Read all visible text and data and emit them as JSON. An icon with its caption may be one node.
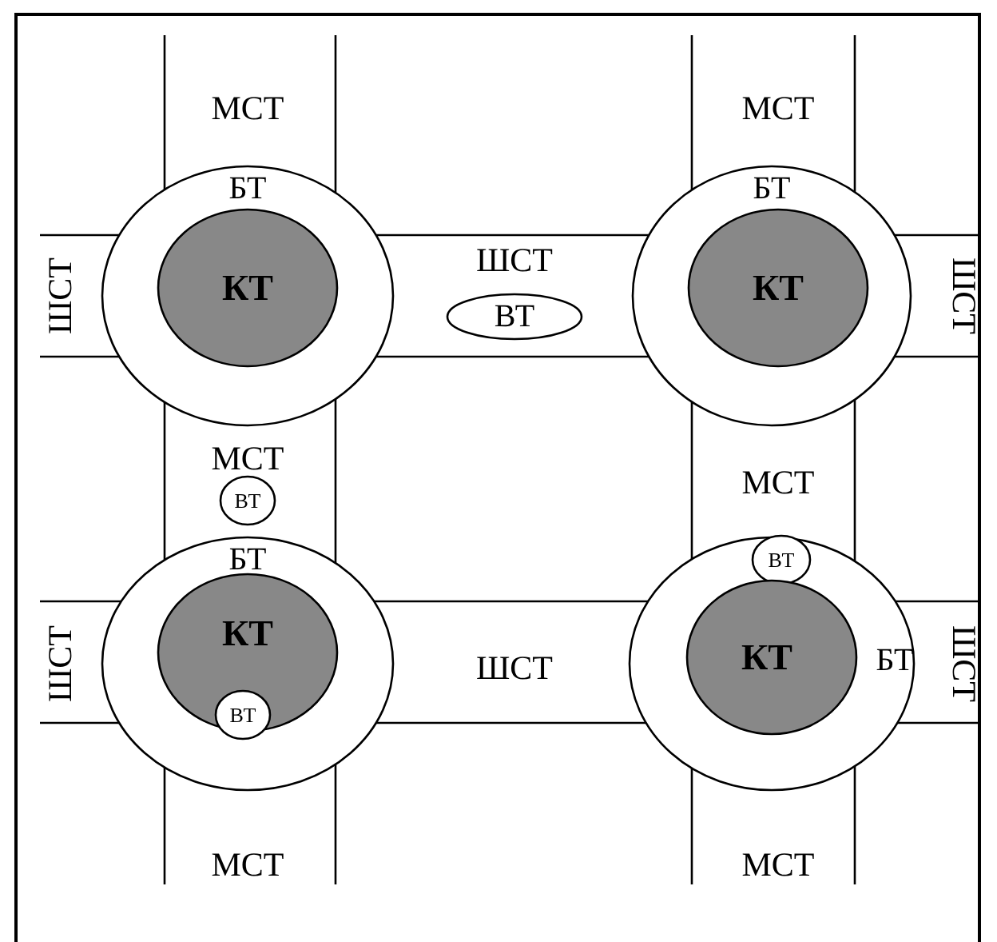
{
  "diagram": {
    "nodes": [
      {
        "text": [
          "БТ"
        ]
      },
      {
        "text": [
          "КТ"
        ],
        "in": 0
      },
      {
        "text": [
          "БТ"
        ]
      },
      {
        "text": [
          "КТ"
        ],
        "in": 2
      },
      {
        "text": [
          "ВТ"
        ]
      },
      {
        "text": [
          "ВТ"
        ]
      },
      {
        "text": [
          "БТ"
        ]
      },
      {
        "text": [
          "КТ"
        ],
        "in": 6
      },
      {
        "text": [
          "ВТ"
        ],
        "in": 7
      },
      {
        "text": [
          "БТ"
        ]
      },
      {
        "text": [
          "ВТ"
        ],
        "in": 9
      },
      {
        "text": [
          "КТ"
        ],
        "in": 9
      }
    ],
    "labels": [
      "МСТ",
      "МСТ",
      "ШСТ",
      "ШСТ",
      "ШСТ",
      "МСТ",
      "МСТ",
      "ШСТ",
      "ШСТ",
      "ШСТ",
      "МСТ",
      "МСТ"
    ]
  }
}
